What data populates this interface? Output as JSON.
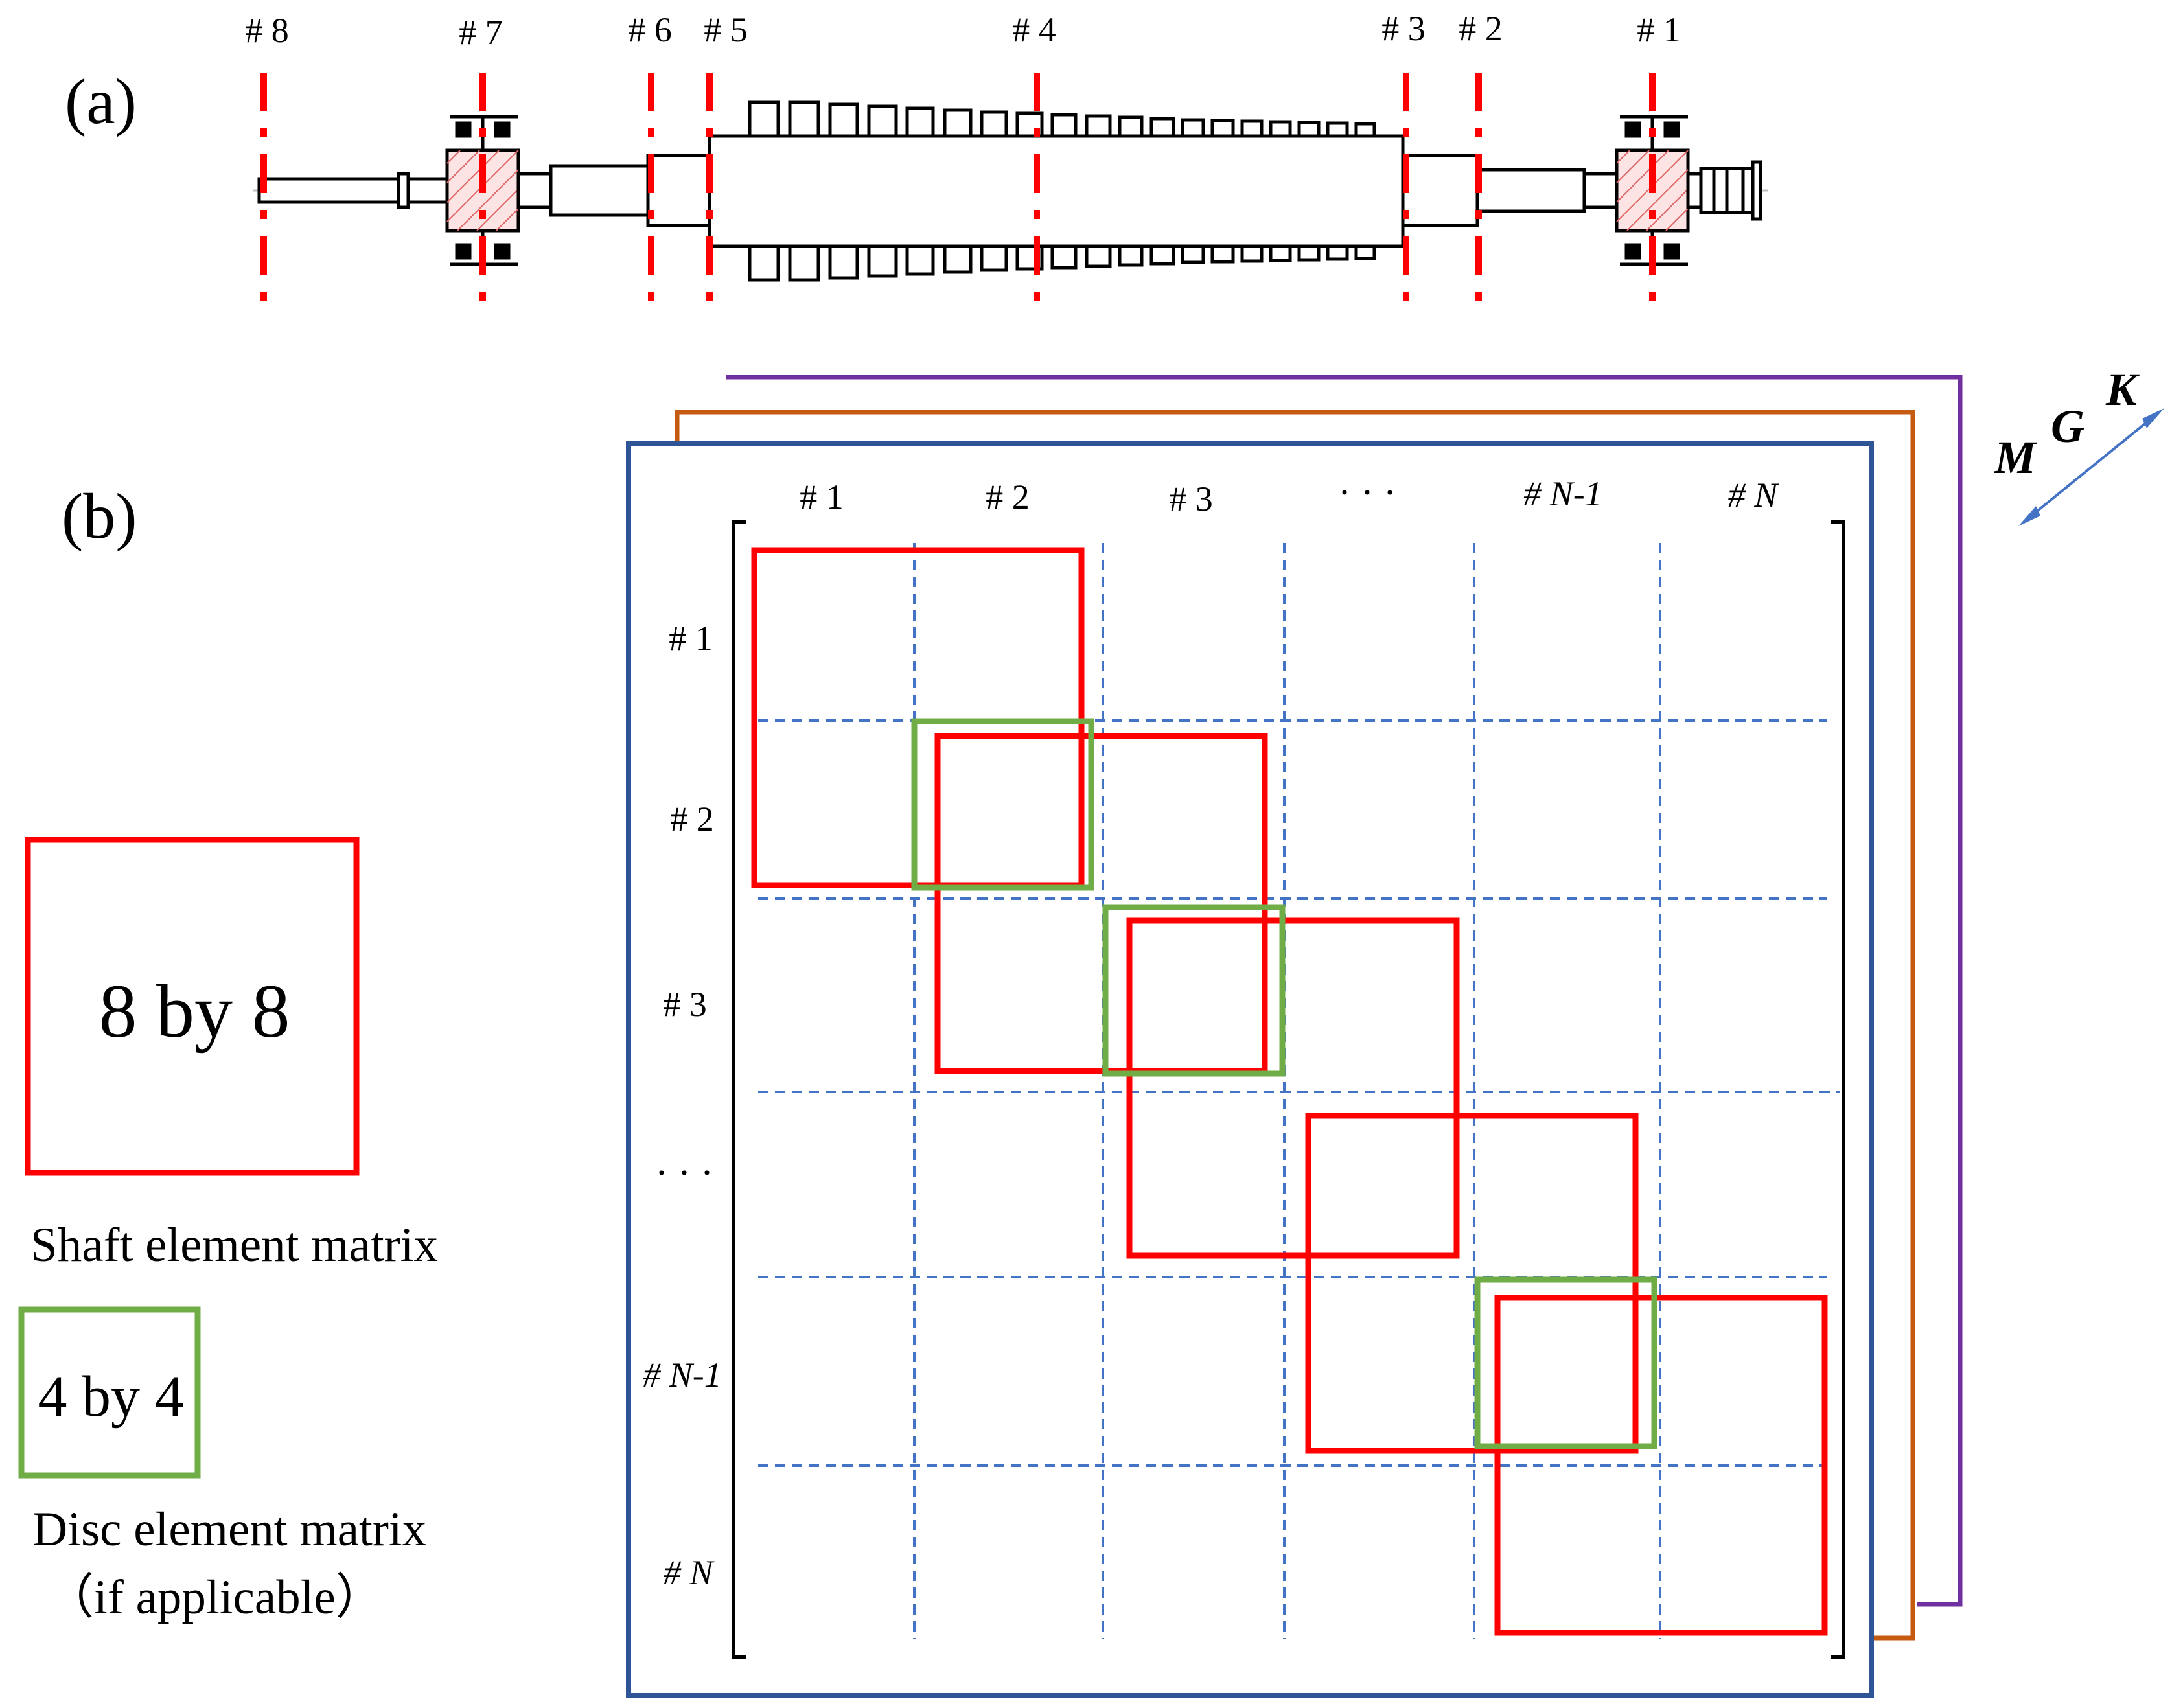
{
  "panel_a": {
    "label": "(a)",
    "stations": [
      "# 8",
      "# 7",
      "# 6",
      "# 5",
      "# 4",
      "# 3",
      "# 2",
      "# 1"
    ]
  },
  "panel_b": {
    "label": "(b)",
    "col_headers": [
      "# 1",
      "# 2",
      "# 3",
      "· · ·",
      "# N-1",
      "# N"
    ],
    "row_headers": [
      "# 1",
      "# 2",
      "# 3",
      "· · ·",
      "# N-1",
      "# N"
    ],
    "layers": {
      "m": "M",
      "g": "G",
      "k": "K"
    },
    "colors": {
      "shaft": "#ff0000",
      "disc": "#70ad47",
      "grid": "#4472c4",
      "layer_m": "#2f5597",
      "layer_g": "#c55a11",
      "layer_k": "#7030a0",
      "station_line": "#ff0000",
      "arrow": "#4472c4"
    }
  },
  "legend": {
    "shaft_box_text": "8 by 8",
    "shaft_caption": "Shaft element matrix",
    "disc_box_text": "4 by 4",
    "disc_caption": "Disc element matrix",
    "disc_caption_note": "（if applicable）"
  }
}
